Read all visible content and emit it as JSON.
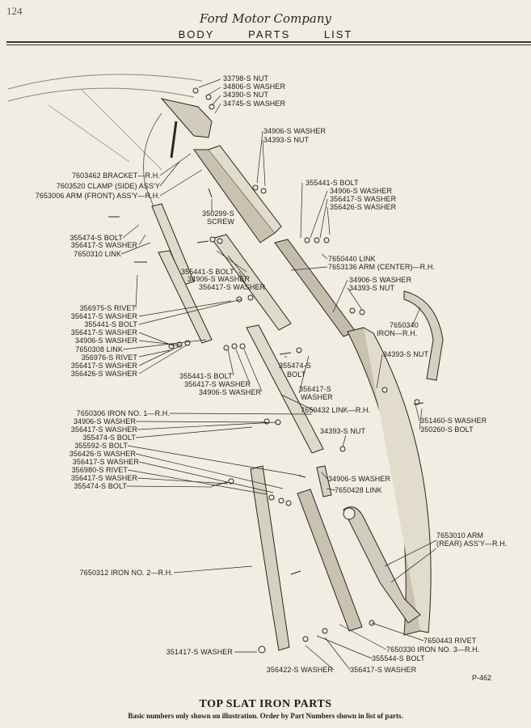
{
  "page_number": "124",
  "brand": "Ford Motor Company",
  "header": {
    "word1": "BODY",
    "word2": "PARTS",
    "word3": "LIST"
  },
  "labels": [
    "33798-S NUT",
    "34806-S WASHER",
    "34390-S NUT",
    "34745-S WASHER",
    "34906-S WASHER",
    "34393-S NUT",
    "7603462 BRACKET—R.H.",
    "7603520 CLAMP (SIDE) ASS'Y",
    "7653006 ARM (FRONT) ASS'Y—R.H.",
    "350299-S",
    "SCREW",
    "355441-S BOLT",
    "34906-S WASHER",
    "356417-S WASHER",
    "356426-S WASHER",
    "355474-S BOLT",
    "356417-S WASHER",
    "7650310 LINK",
    "7650440 LINK",
    "7653136 ARM (CENTER)—R.H.",
    "355441-S BOLT",
    "34906-S WASHER",
    "356417-S WASHER",
    "34906-S WASHER",
    "34393-S NUT",
    "7650340",
    "IRON—R.H.",
    "356975-S RIVET",
    "356417-S WASHER",
    "355441-S BOLT",
    "356417-S WASHER",
    "34906-S WASHER",
    "7650308 LINK",
    "356976-S RIVET",
    "356417-S WASHER",
    "356426-S WASHER",
    "34393-S NUT",
    "355474-S",
    "BOLT",
    "355441-S BOLT",
    "356417-S WASHER",
    "34906-S WASHER",
    "356417-S",
    "WASHER",
    "7650432 LINK—R.H.",
    "351460-S WASHER",
    "350260-S BOLT",
    "7650306 IRON NO. 1—R.H.",
    "34906-S WASHER",
    "356417-S WASHER",
    "355474-S BOLT",
    "355592-S BOLT",
    "356426-S WASHER",
    "356417-S WASHER",
    "356980-S RIVET",
    "356417-S WASHER",
    "355474-S BOLT",
    "34393-S NUT",
    "34906-S WASHER",
    "7650428 LINK",
    "7653010 ARM",
    "(REAR) ASS'Y—R.H.",
    "7650312 IRON NO. 2—R.H.",
    "7650443 RIVET",
    "7650330 IRON NO. 3—R.H.",
    "355544-S BOLT",
    "351417-S WASHER",
    "356422-S WASHER",
    "356417-S WASHER"
  ],
  "figure_ref": "P-462",
  "title": "TOP SLAT IRON PARTS",
  "note": "Basic numbers only shown on illustration. Order by Part Numbers shown in list of parts."
}
